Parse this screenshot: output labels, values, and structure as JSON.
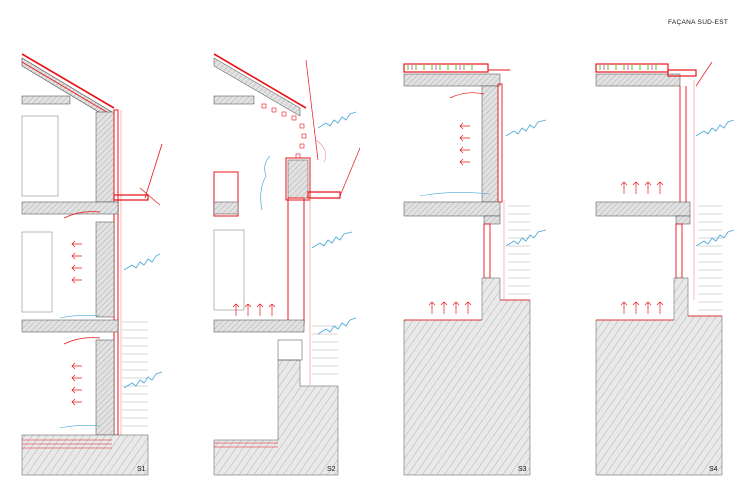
{
  "drawing": {
    "title": "FAÇANA SUD-EST",
    "sections": [
      {
        "id": "S1"
      },
      {
        "id": "S2"
      },
      {
        "id": "S3"
      },
      {
        "id": "S4"
      }
    ]
  },
  "colors": {
    "cut_line": "#e8141a",
    "light_line": "#f08a8a",
    "air_flow": "#e8141a",
    "wind": "#4aa8d8",
    "hatch": "#8a8a8a",
    "wall_fill": "#dcdcdc",
    "green_roof": "#7ac943",
    "green_roof_pink": "#e060c0"
  },
  "legend_icons": [
    "sun-ray-icon",
    "wind-icon",
    "heat-arrow-icon",
    "air-flow-icon"
  ]
}
